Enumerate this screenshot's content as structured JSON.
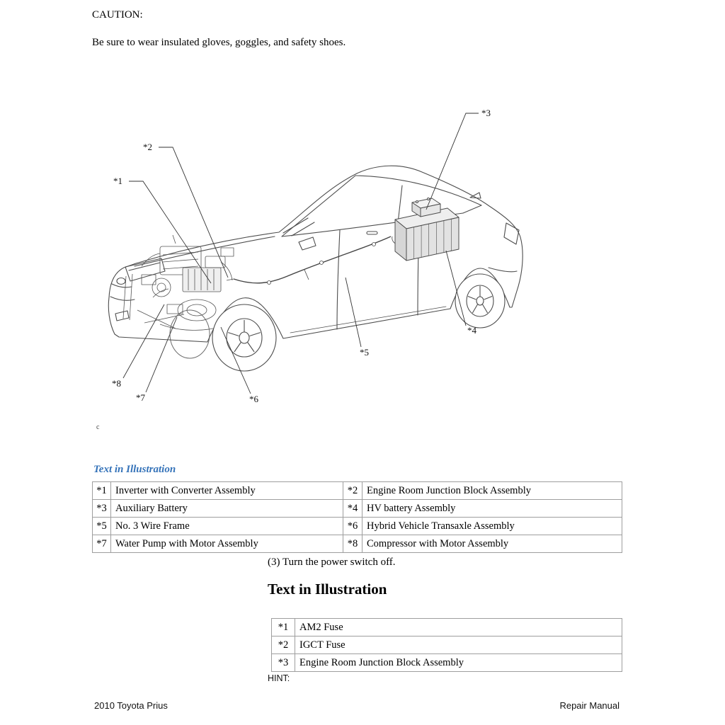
{
  "page": {
    "caution_label": "CAUTION:",
    "caution_text": "Be sure to wear insulated gloves, goggles, and safety shoes.",
    "step_text": "(3) Turn the power switch off.",
    "hint_label": "HINT:",
    "footer_left": "2010 Toyota Prius",
    "footer_right": "Repair Manual"
  },
  "illustration": {
    "corner_label": "c",
    "callouts": [
      {
        "label": "*1"
      },
      {
        "label": "*2"
      },
      {
        "label": "*3"
      },
      {
        "label": "*4"
      },
      {
        "label": "*5"
      },
      {
        "label": "*6"
      },
      {
        "label": "*7"
      },
      {
        "label": "*8"
      }
    ]
  },
  "section1": {
    "heading": "Text in Illustration",
    "table": {
      "rows": [
        {
          "n1": "*1",
          "d1": "Inverter with Converter Assembly",
          "n2": "*2",
          "d2": "Engine Room Junction Block Assembly"
        },
        {
          "n1": "*3",
          "d1": "Auxiliary Battery",
          "n2": "*4",
          "d2": "HV battery Assembly"
        },
        {
          "n1": "*5",
          "d1": "No. 3 Wire Frame",
          "n2": "*6",
          "d2": "Hybrid Vehicle Transaxle Assembly"
        },
        {
          "n1": "*7",
          "d1": "Water Pump with Motor Assembly",
          "n2": "*8",
          "d2": "Compressor with Motor Assembly"
        }
      ]
    }
  },
  "section2": {
    "heading": "Text in Illustration",
    "table": {
      "rows": [
        {
          "n": "*1",
          "d": "AM2 Fuse"
        },
        {
          "n": "*2",
          "d": "IGCT Fuse"
        },
        {
          "n": "*3",
          "d": "Engine Room Junction Block Assembly"
        }
      ]
    }
  },
  "colors": {
    "heading_blue": "#3573b9",
    "table_border": "#9e9e9e",
    "line_art": "#4d4d4d"
  }
}
